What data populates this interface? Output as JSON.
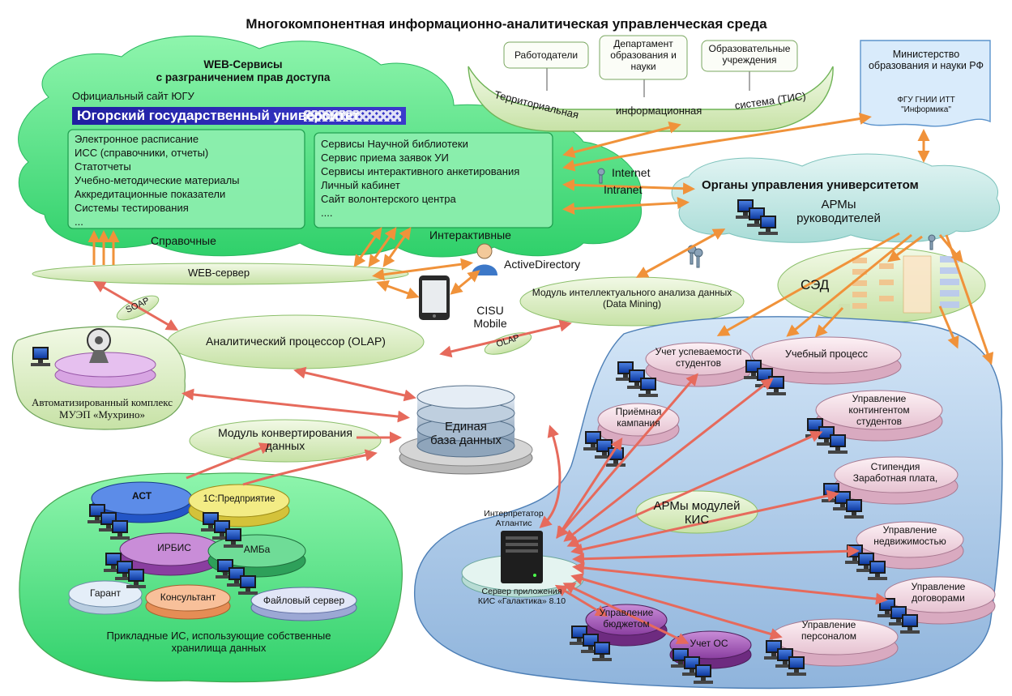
{
  "title": "Многокомпонентная информационно-аналитическая управленческая среда",
  "web_cloud": {
    "title_line1": "WEB-Сервисы",
    "title_line2": "с разграничением прав доступа",
    "site_label": "Официальный сайт ЮГУ",
    "site_banner": "Югорский государственный университет",
    "reference_items": [
      "Электронное расписание",
      "ИСС (справочники, отчеты)",
      "Статотчеты",
      "Учебно-методические материалы",
      "Аккредитационные показатели",
      "Системы тестирования",
      "..."
    ],
    "reference_caption": "Справочные",
    "interactive_items": [
      "Сервисы Научной библиотеки",
      "Сервис приема заявок УИ",
      "Сервисы интерактивного анкетирования",
      "Личный кабинет",
      "Сайт волонтерского центра",
      "...."
    ],
    "interactive_caption": "Интерактивные"
  },
  "tis": {
    "box1": "Работодатели",
    "box2": "Департамент образования и науки",
    "box3": "Образовательные учреждения",
    "word1": "Территориальная",
    "word2": "информационная",
    "word3": "система (ТИС)"
  },
  "ministry": {
    "line1": "Министерство образования и науки РФ",
    "line2": "ФГУ ГНИИ ИТТ \"Информика\""
  },
  "net_labels": {
    "internet": "Internet",
    "intranet": "Intranet"
  },
  "governance": {
    "title": "Органы управления университетом",
    "arm": "АРМы руководителей"
  },
  "web_server": "WEB-сервер",
  "active_directory": "ActiveDirectory",
  "mobile": "CISU Mobile",
  "data_mining": "Модуль интеллектуального анализа данных (Data Mining)",
  "sed": "СЭД",
  "soap": "SOAP",
  "olap_tag": "OLAP",
  "olap_processor": "Аналитический процессор (OLAP)",
  "mukhrino": "Автоматизированный комплекс МУЭП «Мухрино»",
  "db": {
    "line1": "Единая",
    "line2": "база данных"
  },
  "converter": "Модуль конвертирования данных",
  "applied": {
    "ast": "АСТ",
    "onec": "1С:Предприятие",
    "irbis": "ИРБИС",
    "amba": "АМБа",
    "garant": "Гарант",
    "consultant": "Консультант",
    "fileserver": "Файловый сервер",
    "caption": "Прикладные ИС, использующие собственные хранилища данных"
  },
  "kis": {
    "progress": "Учет успеваемости студентов",
    "study": "Учебный процесс",
    "admission": "Приёмная кампания",
    "contingent": "Управление контингентом студентов",
    "stipend": "Стипендия Заработная плата,",
    "realty": "Управление недвижимостью",
    "contracts": "Управление договорами",
    "personnel": "Управление персоналом",
    "fixed_assets": "Учет ОС",
    "budget": "Управление бюджетом",
    "interpreter": "Интерпретатор Атлантис",
    "server": "Сервер приложения КИС «Галактика» 8.10",
    "arm_modules": "АРМы модулей КИС"
  },
  "colors": {
    "cloud_green": "#3fe07a",
    "light_green": "#cfe8b4",
    "blue_zone": "#a9c7e6",
    "pink_disk": "#f2d9e3",
    "purple_disk": "#a35fb5",
    "arrow_orange": "#f0923a",
    "arrow_red": "#e66a5c"
  }
}
